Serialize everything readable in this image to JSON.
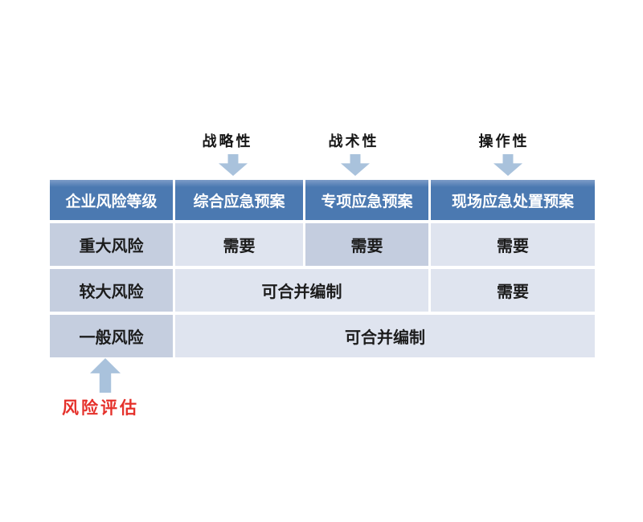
{
  "colors": {
    "header_bg": "#4b79b1",
    "header_text": "#ffffff",
    "row_label_bg": "#c5cedf",
    "cell_bg": "#dfe4ef",
    "highlight_cell_bg": "#c4cddf",
    "arrow": "#a9c2dc",
    "risk_label_text": "#e5312b",
    "cell_text": "#1c1c1c"
  },
  "top_labels": [
    {
      "label": "战略性"
    },
    {
      "label": "战术性"
    },
    {
      "label": "操作性"
    }
  ],
  "table": {
    "headers": [
      "企业风险等级",
      "综合应急预案",
      "专项应急预案",
      "现场应急处置预案"
    ],
    "rows": [
      {
        "level": "重大风险",
        "cells": [
          {
            "text": "需要"
          },
          {
            "text": "需要",
            "highlight": true
          },
          {
            "text": "需要"
          }
        ]
      },
      {
        "level": "较大风险",
        "cells": [
          {
            "text": "可合并编制",
            "span": 2
          },
          {
            "text": "需要"
          }
        ]
      },
      {
        "level": "一般风险",
        "cells": [
          {
            "text": "可合并编制",
            "span": 3
          }
        ]
      }
    ]
  },
  "bottom_label": "风险评估"
}
